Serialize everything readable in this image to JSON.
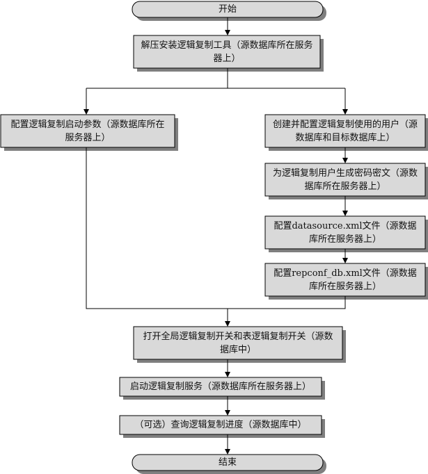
{
  "flowchart": {
    "start": "开始",
    "unpack": "解压安装逻辑复制工具（源数据库所在服务器上）",
    "config_params": "配置逻辑复制启动参数（源数据库所在服务器上）",
    "create_user": "创建并配置逻辑复制使用的用户（源数据库和目标数据库上）",
    "gen_cipher": "为逻辑复制用户生成密码密文（源数据库所在服务器上）",
    "config_datasource": "配置datasource.xml文件（源数据库所在服务器上）",
    "config_repconf": "配置repconf_db.xml文件（源数据库所在服务器上）",
    "enable_switch": "打开全局逻辑复制开关和表逻辑复制开关（源数据库中）",
    "start_service": "启动逻辑复制服务（源数据库所在服务器上）",
    "query_progress": "（可选）查询逻辑复制进度（源数据库中）",
    "end": "结束"
  },
  "colors": {
    "fill": "#d9d9d9",
    "shadow": "#7f7f7f",
    "stroke": "#000000"
  }
}
